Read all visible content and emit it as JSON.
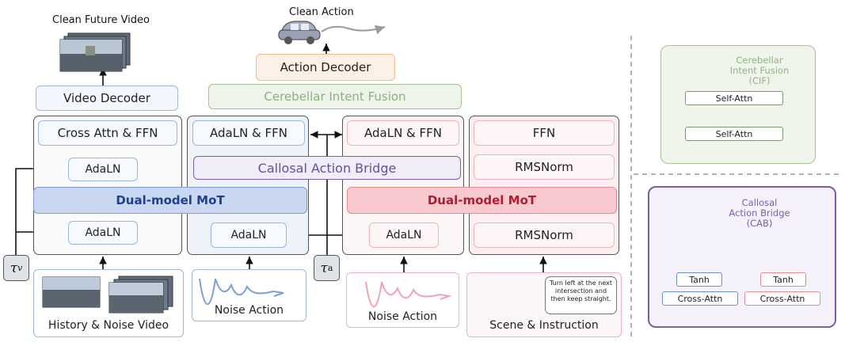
{
  "colors": {
    "video_blue": "#9db7dc",
    "mot_blue": "#c9d7f0",
    "mot_pink": "#f8c9cf",
    "pink_border": "#efb3bd",
    "cif_green": "#a6c09a",
    "cab_purple": "#7a5ea8",
    "decoder_orange": "#f2b98f"
  },
  "outputs": {
    "clean_video": "Clean Future Video",
    "clean_action": "Clean Action"
  },
  "heads": {
    "video_decoder": "Video Decoder",
    "action_decoder": "Action Decoder",
    "cif": "Cerebellar Intent Fusion"
  },
  "video_col": {
    "cross_attn": "Cross Attn & FFN",
    "adaln_top": "AdaLN",
    "adaln_bottom": "AdaLN"
  },
  "action_col_left": {
    "adaln_ffn": "AdaLN & FFN",
    "adaln": "AdaLN"
  },
  "action_col_right": {
    "adaln_ffn": "AdaLN & FFN",
    "adaln": "AdaLN"
  },
  "lang_col": {
    "ffn": "FFN",
    "rmsnorm_top": "RMSNorm",
    "rmsnorm_bottom": "RMSNorm"
  },
  "bridges": {
    "cab": "Callosal Action Bridge",
    "mot_left": "Dual-model MoT",
    "mot_right": "Dual-model MoT"
  },
  "inputs": {
    "history_video": "History & Noise Video",
    "noise_action_left": "Noise Action",
    "noise_action_right": "Noise Action",
    "scene": "Scene & Instruction",
    "instruction": "Turn left at the next intersection and then keep straight."
  },
  "tau": {
    "v_symbol": "τ",
    "v_sub": "v",
    "a_symbol": "τ",
    "a_sub": "a"
  },
  "cif_panel": {
    "title_line1": "Cerebellar",
    "title_line2": "Intent Fusion",
    "title_line3": "(CIF)",
    "self_attn_1": "Self-Attn",
    "self_attn_2": "Self-Attn"
  },
  "cab_panel": {
    "title_line1": "Callosal",
    "title_line2": "Action Bridge",
    "title_line3": "(CAB)",
    "tanh_left": "Tanh",
    "tanh_right": "Tanh",
    "cross_left": "Cross-Attn",
    "cross_right": "Cross-Attn"
  }
}
